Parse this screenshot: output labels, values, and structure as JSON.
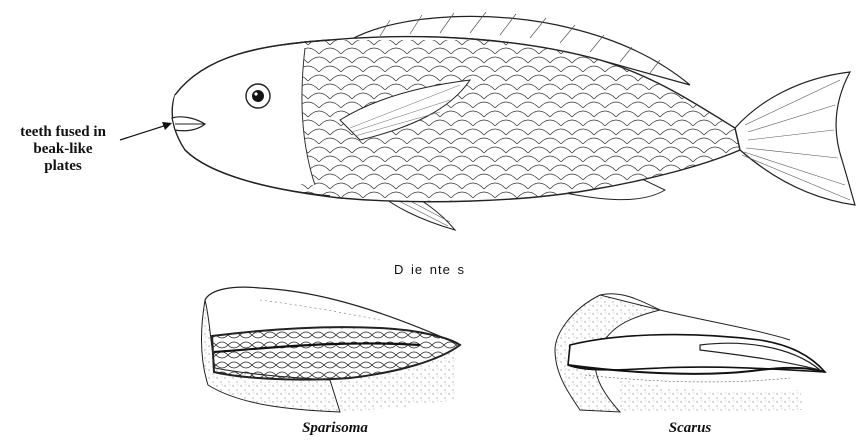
{
  "figure": {
    "annotation": "teeth fused in\nbeak-like\nplates",
    "caption": "D ie nte s",
    "labels": {
      "left_jaw": "Sparisoma",
      "right_jaw": "Scarus"
    }
  }
}
